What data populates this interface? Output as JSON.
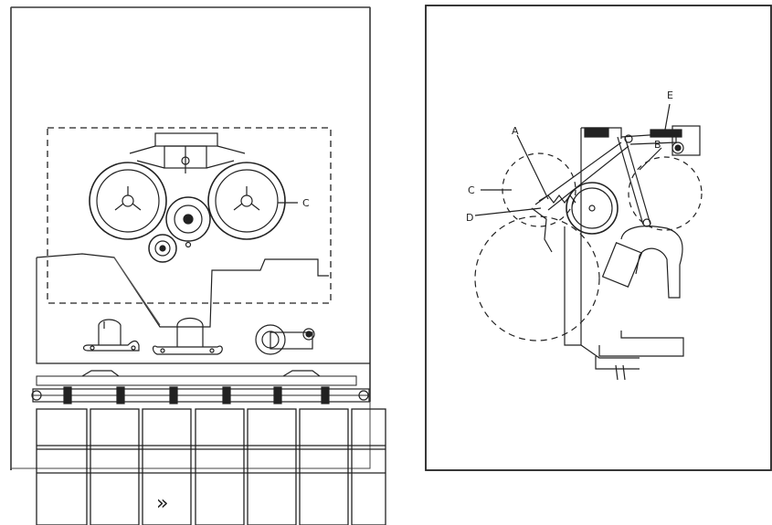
{
  "left_panel": {
    "label_c": "C",
    "slot_indicator": "»"
  },
  "right_panel": {
    "label_a": "A",
    "label_b": "B",
    "label_c": "C",
    "label_d": "D",
    "label_e": "E"
  }
}
